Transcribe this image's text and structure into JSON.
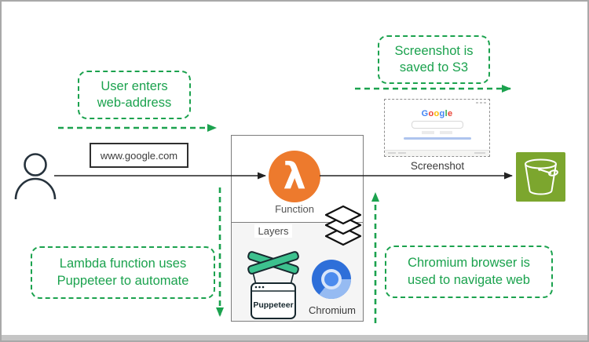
{
  "colors": {
    "accent_green": "#1BA24E",
    "lambda_orange": "#ED7A2D",
    "s3_green": "#7CA62E",
    "chromium_blue": "#2E6FD9",
    "puppeteer_green": "#3DC18E",
    "google_logo": [
      "#4285F4",
      "#EA4335",
      "#FBBC05",
      "#4285F4",
      "#34A853",
      "#EA4335"
    ]
  },
  "url_box": {
    "text": "www.google.com"
  },
  "callouts": {
    "user": {
      "line1": "User enters",
      "line2": "web-address"
    },
    "s3": {
      "line1": "Screenshot is",
      "line2": "saved to S3"
    },
    "lambda": {
      "line1": "Lambda function uses",
      "line2": "Puppeteer to automate"
    },
    "chromium": {
      "line1": "Chromium browser is",
      "line2": "used to navigate web"
    }
  },
  "lambda_box": {
    "symbol": "λ",
    "function_label": "Function",
    "layers_label": "Layers",
    "puppeteer_label": "Puppeteer",
    "chromium_label": "Chromium"
  },
  "screenshot_panel": {
    "label": "Screenshot",
    "logo_letters": [
      "G",
      "o",
      "o",
      "g",
      "l",
      "e"
    ]
  }
}
